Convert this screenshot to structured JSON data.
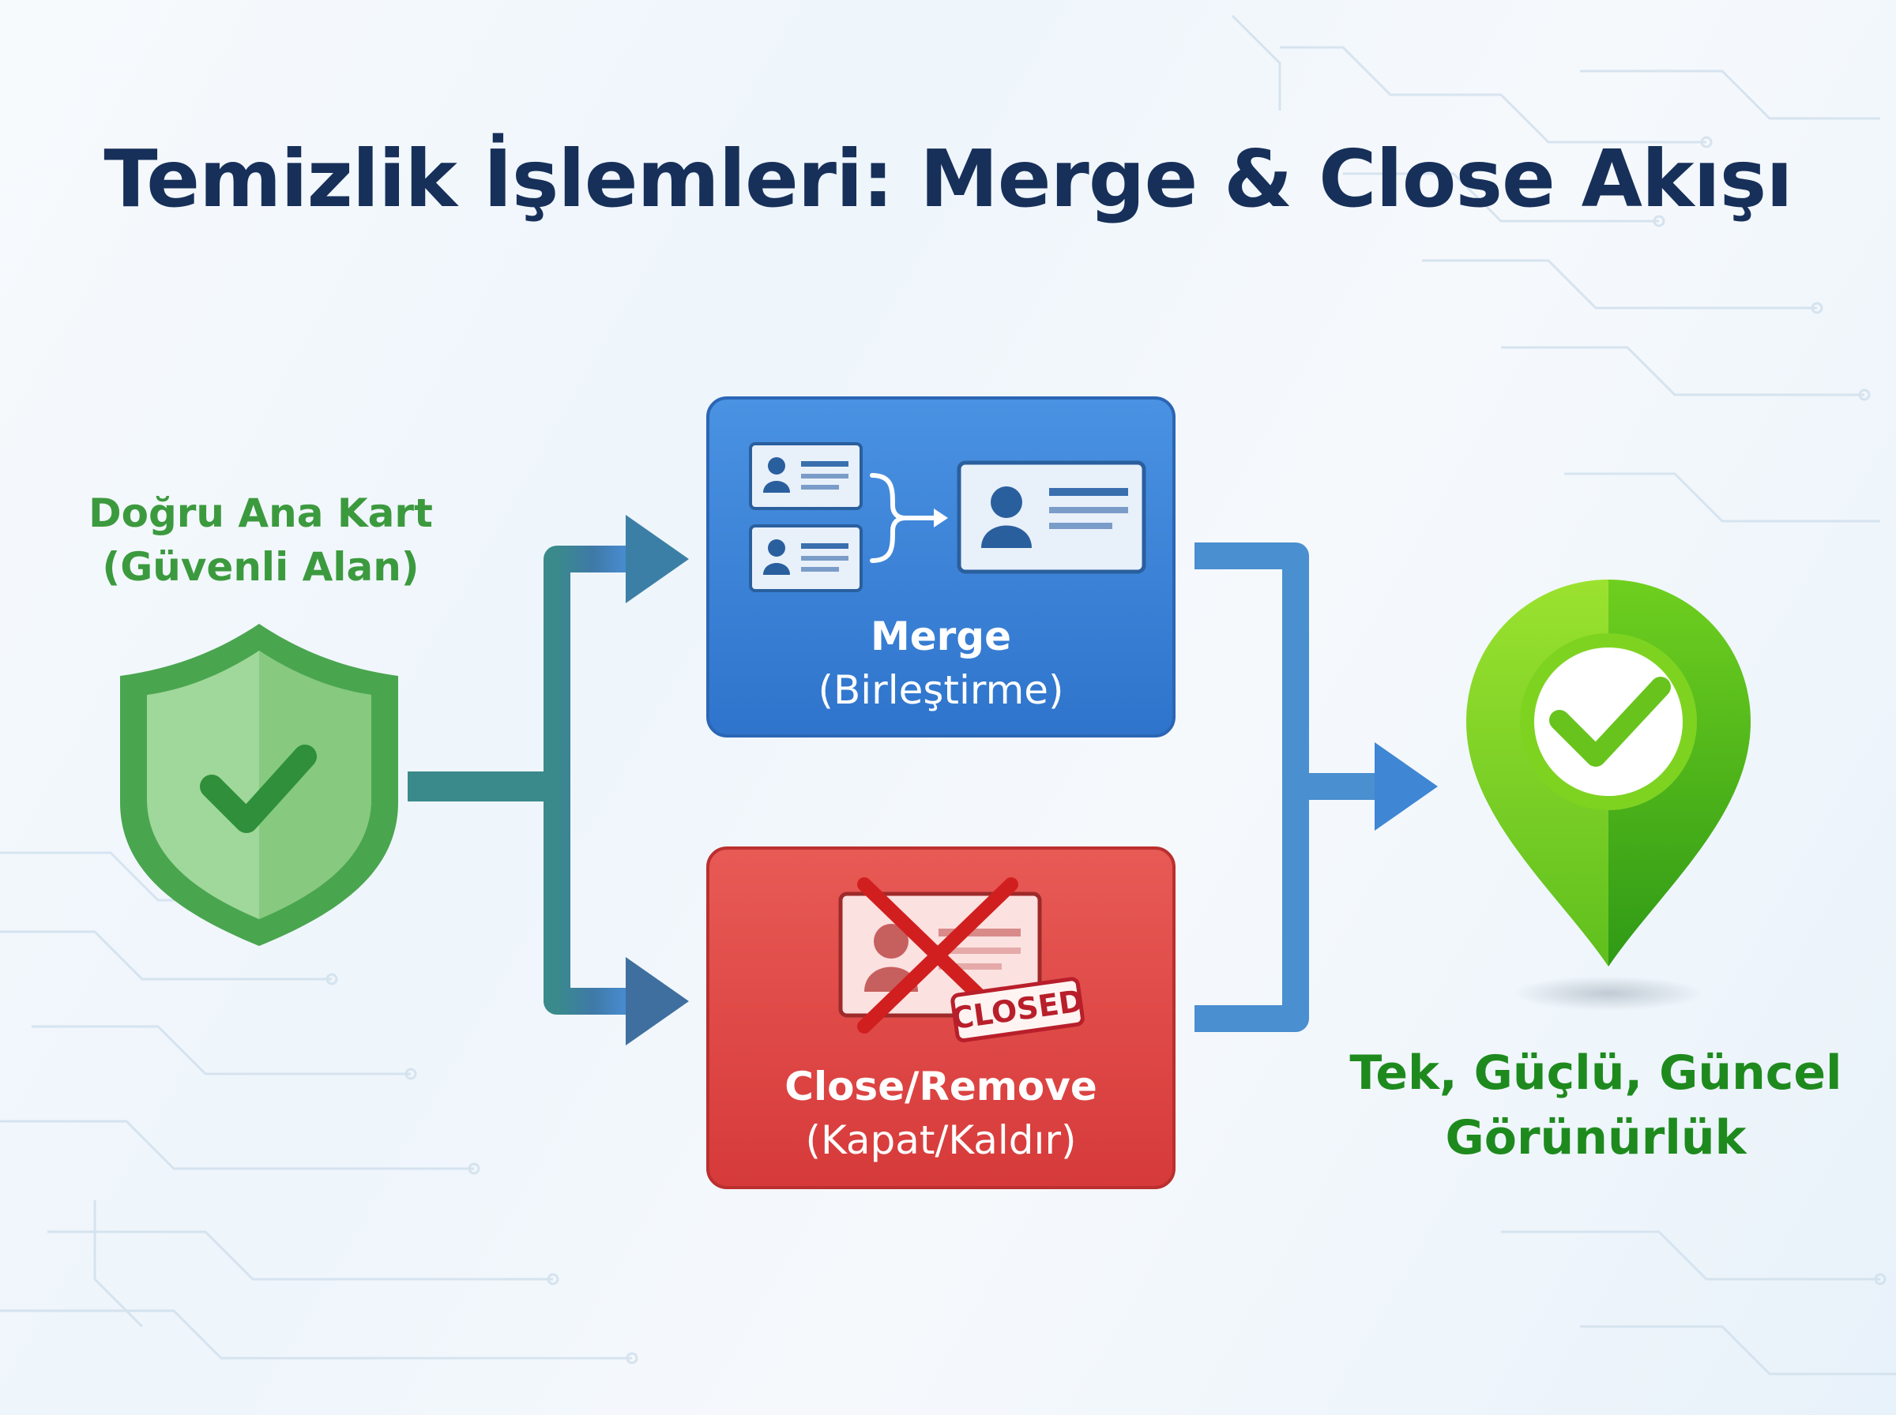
{
  "title": "Temizlik İşlemleri: Merge & Close Akışı",
  "source": {
    "line1": "Doğru Ana Kart",
    "line2": "(Güvenli Alan)",
    "icon": "shield-check-icon"
  },
  "merge": {
    "line1": "Merge",
    "line2": "(Birleştirme)",
    "icon": "merge-cards-icon"
  },
  "close": {
    "line1": "Close/Remove",
    "line2": "(Kapat/Kaldır)",
    "stamp": "CLOSED",
    "icon": "closed-card-icon"
  },
  "result": {
    "line1": "Tek, Güçlü, Güncel",
    "line2": "Görünürlük",
    "icon": "location-pin-check-icon"
  },
  "colors": {
    "title": "#17305a",
    "source_label": "#3c9a3e",
    "result_label": "#1e8a1e",
    "merge_box": "#3b85dc",
    "close_box": "#e04a4a",
    "connector": "#3a86b8"
  }
}
